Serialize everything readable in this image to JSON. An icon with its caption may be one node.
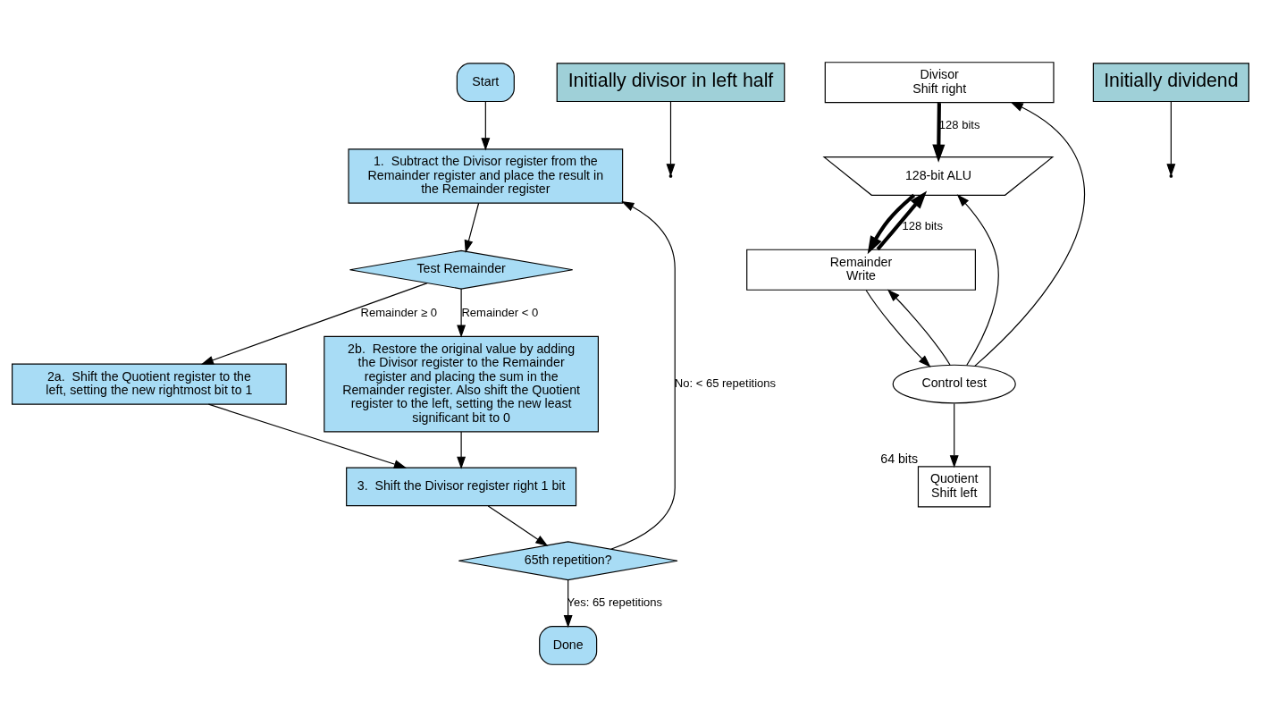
{
  "diagram": {
    "nodes": [
      {
        "text": [
          "Start"
        ]
      },
      {
        "text": [
          "1.  Subtract the Divisor register from the Remainder register and place the result in the Remainder register"
        ]
      },
      {
        "text": [
          "Test Remainder"
        ]
      },
      {
        "text": [
          "2a.  Shift the Quotient register to the left, setting the new rightmost bit to 1"
        ]
      },
      {
        "text": [
          "2b.  Restore the original value by adding the Divisor register to the Remainder register and placing the sum in the Remainder register. Also shift the Quotient register to the left, setting the new least significant bit to 0"
        ]
      },
      {
        "text": [
          "3.  Shift the Divisor register right 1 bit"
        ]
      },
      {
        "text": [
          "65th repetition?"
        ]
      },
      {
        "text": [
          "Done"
        ]
      },
      {
        "text": [
          "Initially divisor in left half"
        ]
      },
      {
        "text": [
          "Divisor",
          "Shift right"
        ]
      },
      {
        "text": [
          "128-bit ALU"
        ]
      },
      {
        "text": [
          "Remainder",
          "Write"
        ]
      },
      {
        "text": [
          "Control test"
        ]
      },
      {
        "text": [
          "Quotient",
          "Shift left"
        ],
        "beside": [
          "64 bits"
        ]
      },
      {
        "text": [
          "Initially dividend"
        ]
      }
    ],
    "edges": [
      {
        "from": 0,
        "to": 1,
        "arrow": "to"
      },
      {
        "from": 1,
        "to": 2,
        "arrow": "to"
      },
      {
        "from": 2,
        "to": 3,
        "arrow": "to",
        "label": "Remainder ≥ 0"
      },
      {
        "from": 2,
        "to": 4,
        "arrow": "to",
        "label": "Remainder < 0"
      },
      {
        "from": 3,
        "to": 5,
        "arrow": "to"
      },
      {
        "from": 4,
        "to": 5,
        "arrow": "to"
      },
      {
        "from": 5,
        "to": 6,
        "arrow": "to"
      },
      {
        "from": 6,
        "to": 1,
        "arrow": "to",
        "label": "No: < 65 repetitions"
      },
      {
        "from": 6,
        "to": 7,
        "arrow": "to",
        "label": "Yes: 65 repetitions"
      },
      {
        "from": 8,
        "to": null,
        "arrow": "to"
      },
      {
        "from": 9,
        "to": 10,
        "arrow": "to",
        "label": "128 bits",
        "style": "thick"
      },
      {
        "from": 10,
        "to": 11,
        "arrow": "to",
        "style": "thick"
      },
      {
        "from": 11,
        "to": 10,
        "arrow": "to",
        "label": "128 bits",
        "style": "thick"
      },
      {
        "from": 11,
        "to": 12,
        "arrow": "to"
      },
      {
        "from": 12,
        "to": 10,
        "arrow": "to"
      },
      {
        "from": 12,
        "to": 9,
        "arrow": "to"
      },
      {
        "from": 12,
        "to": 11,
        "arrow": "to"
      },
      {
        "from": 12,
        "to": 13,
        "arrow": "to"
      },
      {
        "from": 14,
        "to": null,
        "arrow": "to"
      }
    ]
  }
}
